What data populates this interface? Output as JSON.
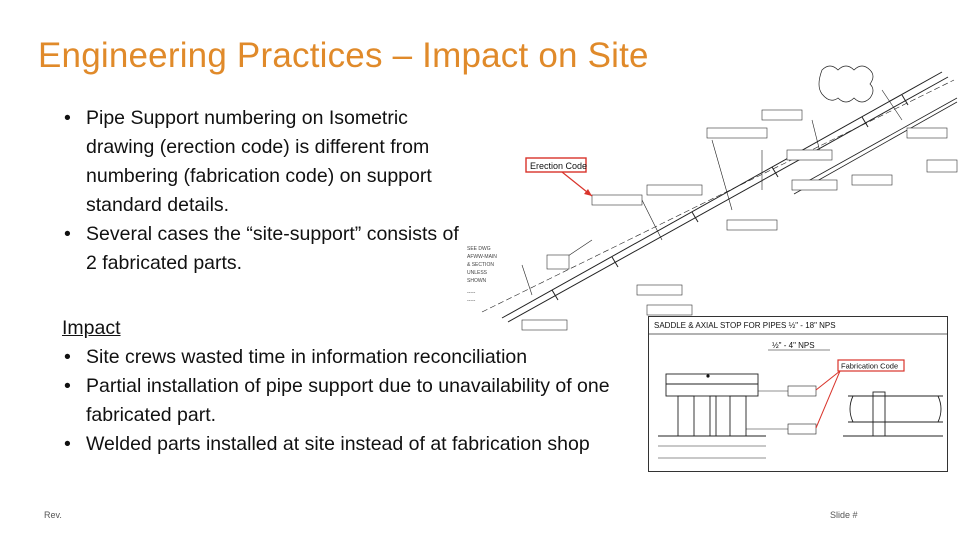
{
  "title": "Engineering Practices – Impact on Site",
  "bullets_top": [
    "Pipe Support numbering on Isometric drawing (erection code) is different from numbering (fabrication code) on support standard details.",
    "Several cases the “site-support” consists of 2 fabricated parts."
  ],
  "impact": {
    "heading": "Impact",
    "items": [
      "Site crews wasted time in information reconciliation",
      "Partial installation of pipe support due to unavailability of one fabricated part.",
      "Welded parts installed at site instead of at fabrication shop"
    ]
  },
  "iso_drawing": {
    "callout_label": "Erection Code",
    "callout_color": "#d9342b"
  },
  "detail_drawing": {
    "header": "SADDLE & AXIAL STOP FOR PIPES ½\" - 18\" NPS",
    "subheader": "½\" - 4\" NPS",
    "callout_label": "Fabrication Code",
    "callout_color": "#d9342b"
  },
  "footer": {
    "rev": "Rev.",
    "slide": "Slide #"
  },
  "colors": {
    "title": "#e08a2a",
    "text": "#111111"
  }
}
